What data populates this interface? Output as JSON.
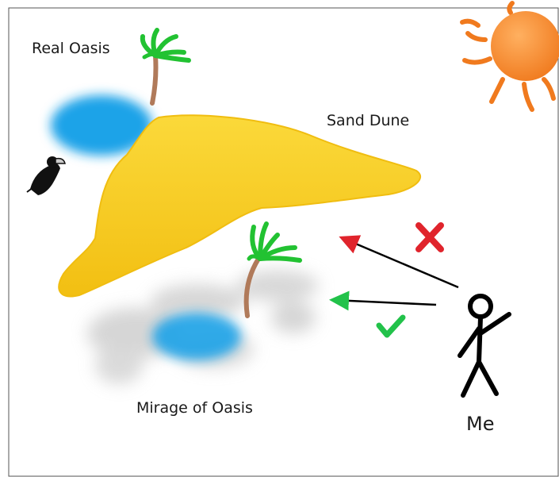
{
  "labels": {
    "real_oasis": "Real Oasis",
    "sand_dune": "Sand Dune",
    "mirage": "Mirage of Oasis",
    "me": "Me"
  },
  "colors": {
    "sky": "#ffffff",
    "sun": "#f58a2a",
    "sun_rays": "#f07a1e",
    "water": "#1ea3e8",
    "dune": "#f6c81c",
    "mirage_haze": "#c8c8c8",
    "palm_leaves": "#22c232",
    "palm_trunk": "#b07a5a",
    "arrow_wrong": "#e0242c",
    "arrow_right": "#22c24a",
    "stick_figure": "#000000"
  },
  "markers": {
    "wrong_icon": "cross-icon",
    "correct_icon": "checkmark-icon"
  }
}
